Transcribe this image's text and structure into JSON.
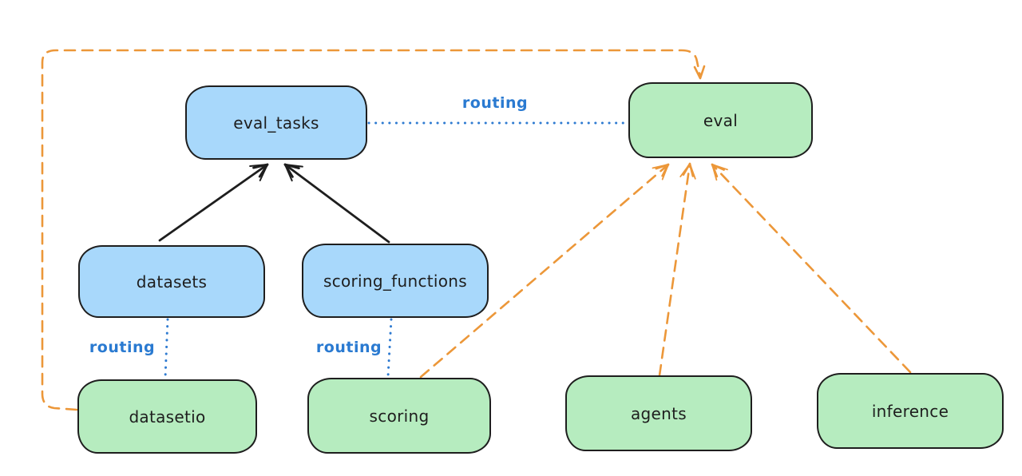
{
  "diagram": {
    "colors": {
      "background": "#ffffff",
      "node_stroke": "#1e1e1e",
      "blue_node_fill": "#a8d8fb",
      "green_node_fill": "#b6ecbf",
      "routing_blue": "#2a7ad1",
      "orange_edge": "#ec9739",
      "black_edge": "#1e1e1e"
    },
    "nodes": {
      "eval_tasks": {
        "label": "eval_tasks",
        "fill": "blue"
      },
      "eval": {
        "label": "eval",
        "fill": "green"
      },
      "datasets": {
        "label": "datasets",
        "fill": "blue"
      },
      "scoring_functions": {
        "label": "scoring_functions",
        "fill": "blue"
      },
      "datasetio": {
        "label": "datasetio",
        "fill": "green"
      },
      "scoring": {
        "label": "scoring",
        "fill": "green"
      },
      "agents": {
        "label": "agents",
        "fill": "green"
      },
      "inference": {
        "label": "inference",
        "fill": "green"
      }
    },
    "edges": [
      {
        "from": "eval_tasks",
        "to": "eval",
        "style": "dotted",
        "color": "blue",
        "arrow": false,
        "label": "routing"
      },
      {
        "from": "datasets",
        "to": "datasetio",
        "style": "dotted",
        "color": "blue",
        "arrow": false,
        "label": "routing"
      },
      {
        "from": "scoring_functions",
        "to": "scoring",
        "style": "dotted",
        "color": "blue",
        "arrow": false,
        "label": "routing"
      },
      {
        "from": "datasets",
        "to": "eval_tasks",
        "style": "solid",
        "color": "black",
        "arrow": true
      },
      {
        "from": "scoring_functions",
        "to": "eval_tasks",
        "style": "solid",
        "color": "black",
        "arrow": true
      },
      {
        "from": "scoring",
        "to": "eval",
        "style": "dashed",
        "color": "orange",
        "arrow": true
      },
      {
        "from": "agents",
        "to": "eval",
        "style": "dashed",
        "color": "orange",
        "arrow": true
      },
      {
        "from": "inference",
        "to": "eval",
        "style": "dashed",
        "color": "orange",
        "arrow": true
      },
      {
        "from": "datasetio",
        "to": "eval",
        "style": "dashed",
        "color": "orange",
        "arrow": true
      }
    ]
  }
}
